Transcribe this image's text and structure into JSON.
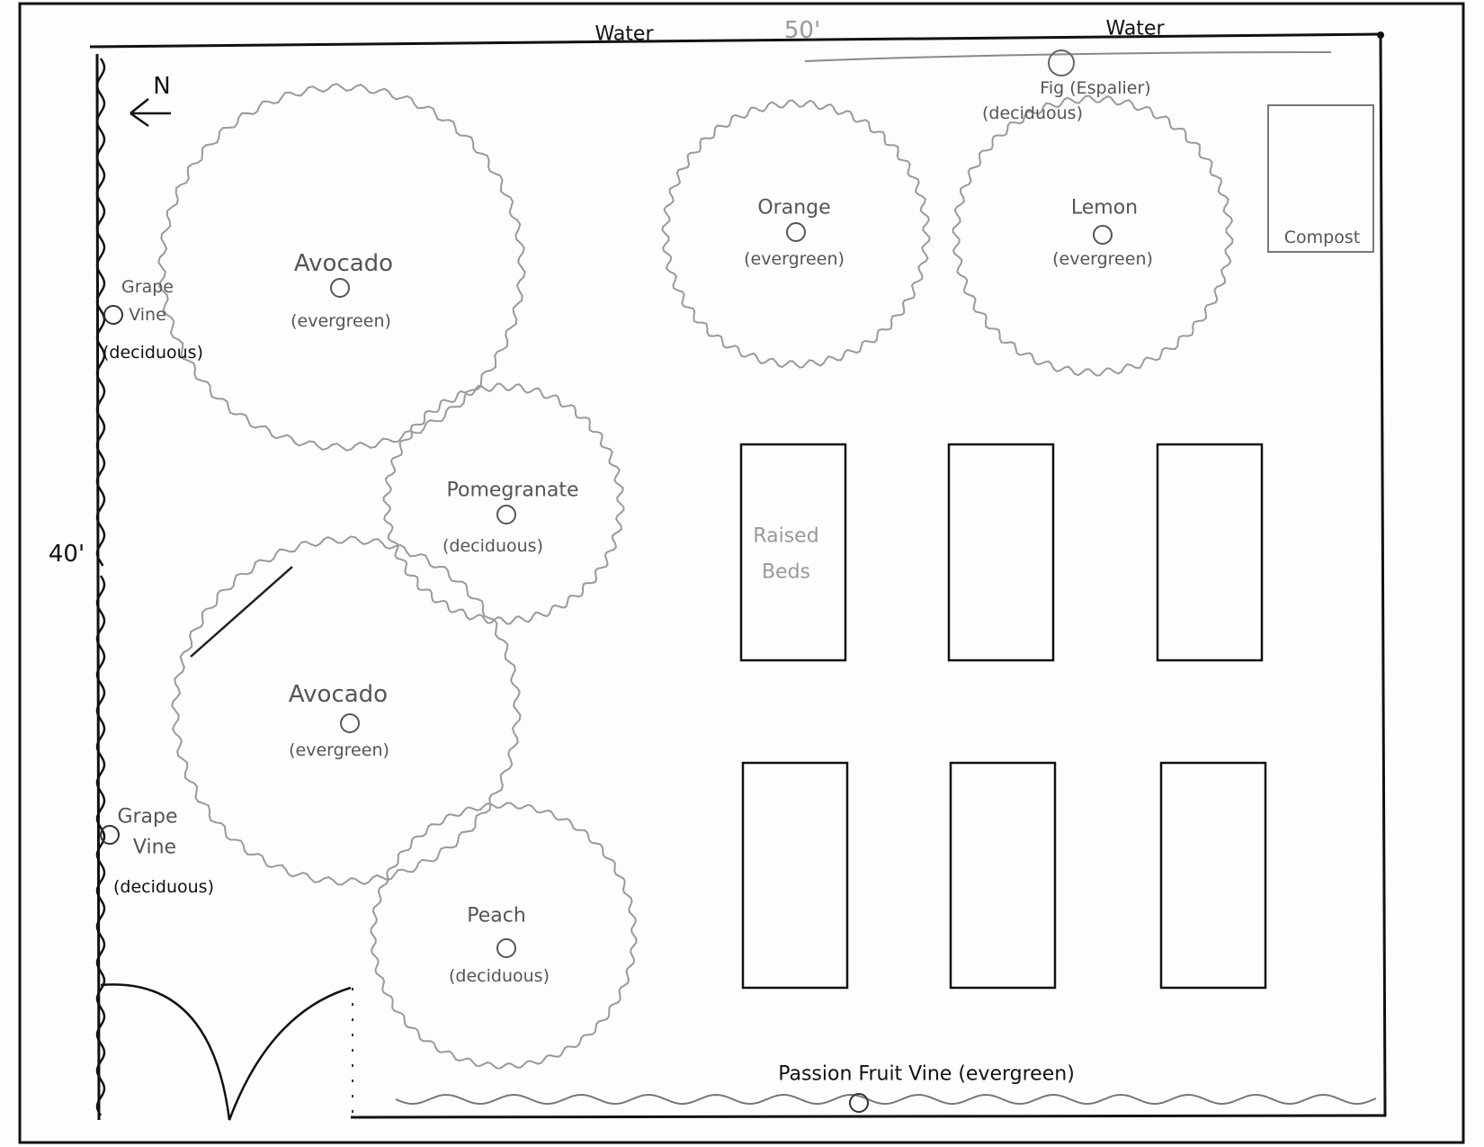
{
  "dimensions": {
    "width_label": "50'",
    "height_label": "40'"
  },
  "compass": {
    "north_label": "N"
  },
  "water": [
    "Water",
    "Water"
  ],
  "trees": [
    {
      "id": "avocado-1",
      "name": "Avocado",
      "type": "(evergreen)"
    },
    {
      "id": "pomegranate",
      "name": "Pomegranate",
      "type": "(deciduous)"
    },
    {
      "id": "avocado-2",
      "name": "Avocado",
      "type": "(evergreen)"
    },
    {
      "id": "peach",
      "name": "Peach",
      "type": "(deciduous)"
    },
    {
      "id": "orange",
      "name": "Orange",
      "type": "(evergreen)"
    },
    {
      "id": "lemon",
      "name": "Lemon",
      "type": "(evergreen)"
    }
  ],
  "fig": {
    "name": "Fig (Espalier)",
    "type": "(deciduous)"
  },
  "compost": {
    "label": "Compost"
  },
  "grape_vines": [
    {
      "line1": "Grape",
      "line2": "Vine",
      "type": "(deciduous)"
    },
    {
      "line1": "Grape",
      "line2": "Vine",
      "type": "(deciduous)"
    }
  ],
  "raised_beds": {
    "label_line1": "Raised",
    "label_line2": "Beds",
    "count": 6
  },
  "passion_fruit": {
    "label": "Passion Fruit Vine (evergreen)"
  }
}
